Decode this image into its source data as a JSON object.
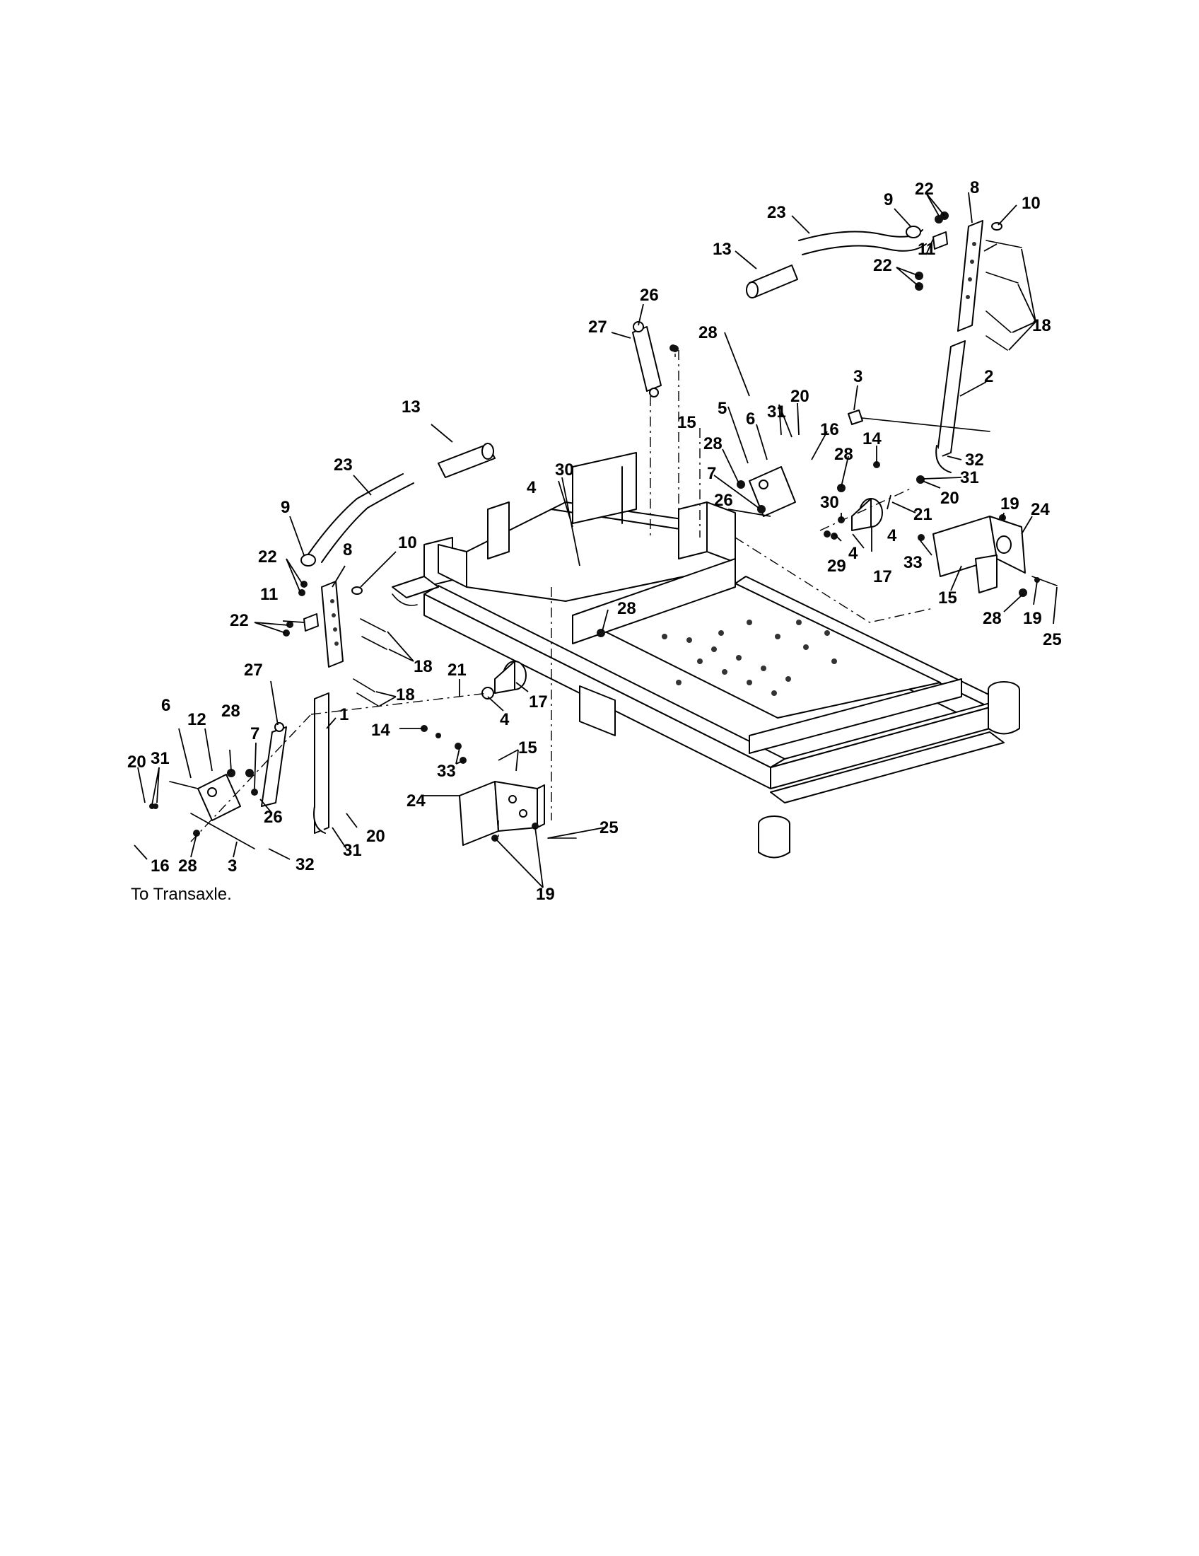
{
  "callouts": {
    "c1": "1",
    "c2": "2",
    "c3": "3",
    "c4": "4",
    "c5": "5",
    "c6": "6",
    "c7": "7",
    "c8": "8",
    "c9": "9",
    "c10": "10",
    "c11": "11",
    "c12": "12",
    "c13": "13",
    "c14": "14",
    "c15": "15",
    "c16": "16",
    "c17": "17",
    "c18": "18",
    "c19": "19",
    "c20": "20",
    "c21": "21",
    "c22": "22",
    "c23": "23",
    "c24": "24",
    "c25": "25",
    "c26": "26",
    "c27": "27",
    "c28": "28",
    "c29": "29",
    "c30": "30",
    "c31": "31",
    "c32": "32",
    "c33": "33"
  },
  "note": "To Transaxle."
}
